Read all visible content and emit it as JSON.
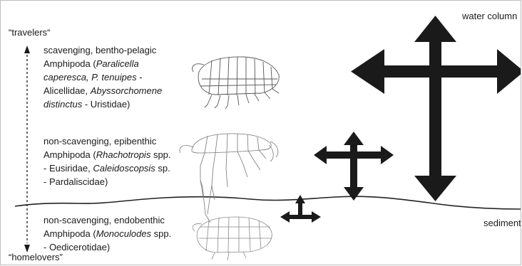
{
  "labels": {
    "water_column": "water column",
    "sediment": "sediment",
    "travelers": "“travelers“",
    "homelovers": "“homelovers”"
  },
  "groups": [
    {
      "lines": [
        [
          {
            "t": "scavenging, bentho-pelagic"
          }
        ],
        [
          {
            "t": "Amphipoda ("
          },
          {
            "t": "Paralicella",
            "i": true
          }
        ],
        [
          {
            "t": "caperesca, P. tenuipes",
            "i": true
          },
          {
            "t": " -"
          }
        ],
        [
          {
            "t": "Alicellidae, "
          },
          {
            "t": "Abyssorchomene",
            "i": true
          }
        ],
        [
          {
            "t": "distinctus",
            "i": true
          },
          {
            "t": " - Uristidae)"
          }
        ]
      ]
    },
    {
      "lines": [
        [
          {
            "t": "non-scavenging, epibenthic"
          }
        ],
        [
          {
            "t": "Amphipoda ("
          },
          {
            "t": "Rhachotropis",
            "i": true
          },
          {
            "t": " spp."
          }
        ],
        [
          {
            "t": "- Eusiridae, "
          },
          {
            "t": "Caleidoscopsis",
            "i": true
          },
          {
            "t": " sp."
          }
        ],
        [
          {
            "t": "- Pardaliscidae)"
          }
        ]
      ]
    },
    {
      "lines": [
        [
          {
            "t": "non-scavenging, endobenthic"
          }
        ],
        [
          {
            "t": "Amphipoda ("
          },
          {
            "t": "Monoculodes",
            "i": true
          },
          {
            "t": " spp."
          }
        ],
        [
          {
            "t": "- Oedicerotidae)"
          }
        ]
      ]
    }
  ],
  "colors": {
    "arrow": "#1a1a1a",
    "line": "#222222",
    "illustration": "#555555"
  },
  "icons": [
    "double-arrow-vertical",
    "cross-arrow-large",
    "cross-arrow-medium",
    "cross-arrow-small",
    "amphipod-illustration"
  ]
}
